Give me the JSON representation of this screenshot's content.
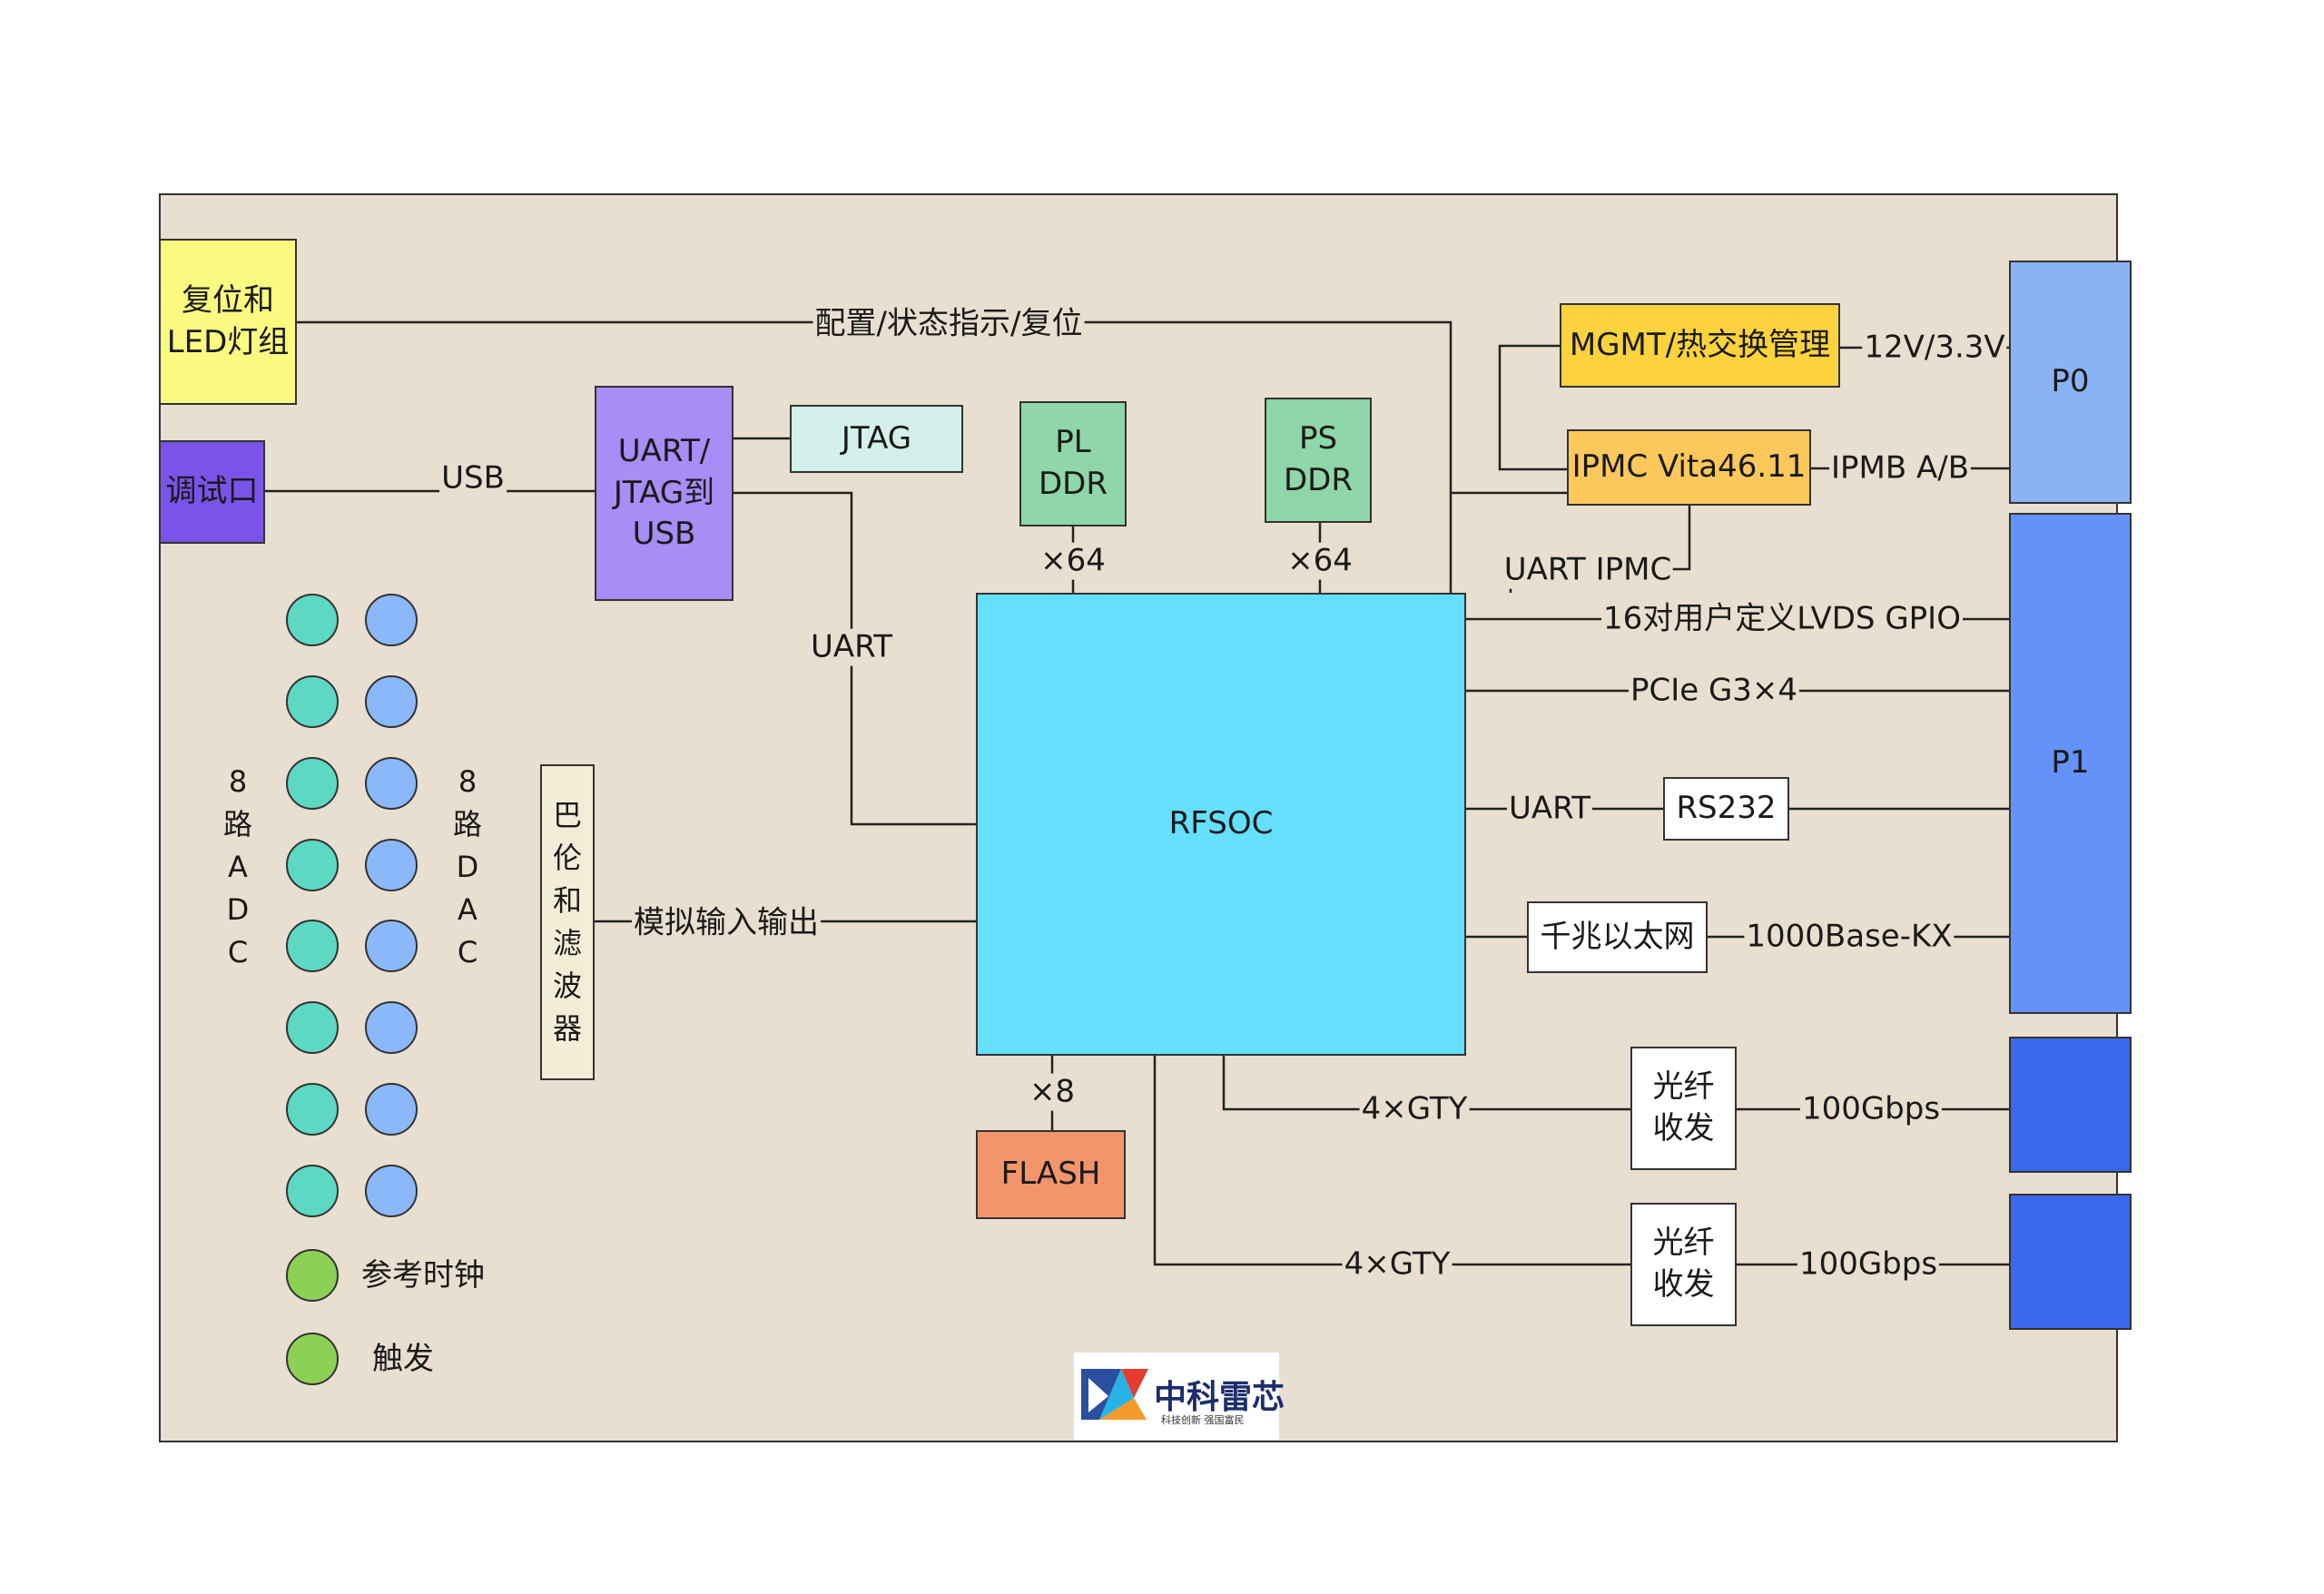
{
  "colors": {
    "board": "#e8dfd0",
    "reset_led": "#fbfa80",
    "debug": "#7b53e9",
    "uart_jtag": "#a78df5",
    "jtag": "#d3f0ea",
    "ddr": "#8fd6a8",
    "rfsoc": "#64e0fe",
    "flash": "#f3956c",
    "mgmt": "#fcd33c",
    "ipmc": "#fcc85c",
    "p0": "#8ab2f5",
    "p1": "#6592f8",
    "port_dark": "#3a67ec",
    "adc_circle": "#5cd8c3",
    "dac_circle": "#8bb8fb",
    "clock_circle": "#8cd055",
    "balun": "#f3edd8",
    "white_box": "#ffffff"
  },
  "blocks": {
    "reset_led": "复位和\nLED灯组",
    "debug_port": "调试口",
    "uart_jtag_usb": "UART/\nJTAG到\nUSB",
    "jtag": "JTAG",
    "pl_ddr": "PL\nDDR",
    "ps_ddr": "PS\nDDR",
    "rfsoc": "RFSOC",
    "flash": "FLASH",
    "mgmt": "MGMT/热交换管理",
    "ipmc": "IPMC Vita46.11",
    "rs232": "RS232",
    "ethernet": "千兆以太网",
    "optical_1": "光纤\n收发",
    "optical_2": "光纤\n收发",
    "balun_filter": "巴\n伦\n和\n滤\n波\n器",
    "p0": "P0",
    "p1": "P1"
  },
  "links": {
    "config": "配置/状态指示/复位",
    "usb": "USB",
    "uart": "UART",
    "pl_width": "×64",
    "ps_width": "×64",
    "flash_width": "×8",
    "power": "12V/3.3V",
    "ipmb": "IPMB A/B",
    "uart_ipmc": "UART IPMC",
    "lvds": "16对用户定义LVDS GPIO",
    "pcie": "PCIe G3×4",
    "uart_rs232": "UART",
    "kx": "1000Base-KX",
    "analog": "模拟输入输出",
    "gty_1": "4×GTY",
    "gty_2": "4×GTY",
    "gbps_1": "100Gbps",
    "gbps_2": "100Gbps"
  },
  "adc_label": "8\n路\nA\nD\nC",
  "dac_label": "8\n路\nD\nA\nC",
  "ref_clock": "参考时钟",
  "trigger": "触发",
  "logo": {
    "name": "中科雷芯",
    "slogan": "科技创新 强国富民"
  }
}
